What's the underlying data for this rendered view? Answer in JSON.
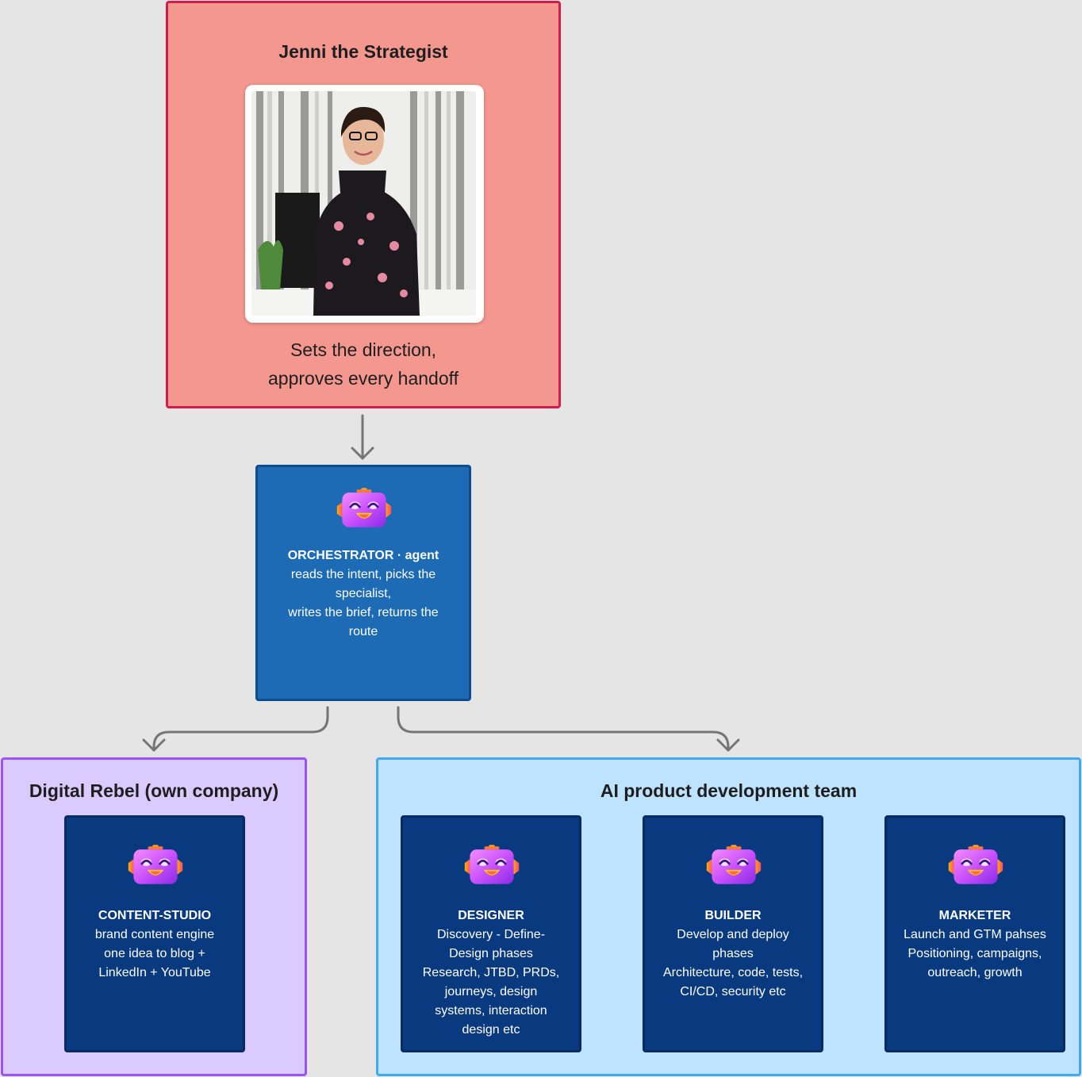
{
  "strategist": {
    "title": "Jenni the Strategist",
    "desc_line1": "Sets the direction,",
    "desc_line2": "approves every handoff"
  },
  "orchestrator": {
    "title": "ORCHESTRATOR · agent",
    "line1": "reads the intent, picks the",
    "line2": "specialist,",
    "line3": "writes the brief, returns the",
    "line4": "route"
  },
  "digital_rebel": {
    "title": "Digital Rebel (own company)",
    "content_studio": {
      "title": "CONTENT-STUDIO",
      "line1": "brand content engine",
      "line2": "one idea to blog +",
      "line3": "LinkedIn + YouTube"
    }
  },
  "ai_team": {
    "title": "AI product development team",
    "designer": {
      "title": "DESIGNER",
      "line1": "Discovery - Define-",
      "line2": "Design phases",
      "line3": "Research, JTBD, PRDs,",
      "line4": "journeys, design",
      "line5": "systems, interaction",
      "line6": "design etc"
    },
    "builder": {
      "title": "BUILDER",
      "line1": "Develop and deploy",
      "line2": "phases",
      "line3": "Architecture, code, tests,",
      "line4": "CI/CD, security etc"
    },
    "marketer": {
      "title": "MARKETER",
      "line1": "Launch and GTM pahses",
      "line2": "Positioning, campaigns,",
      "line3": "outreach, growth"
    }
  },
  "colors": {
    "strategist_fill": "#f4978f",
    "strategist_border": "#d21c50",
    "orchestrator_fill": "#1d6ab5",
    "agent_fill": "#09397f",
    "digital_rebel_fill": "#dbcafe",
    "digital_rebel_border": "#9a52fa",
    "ai_team_fill": "#bde3ff",
    "ai_team_border": "#3fa9f5",
    "connector": "#757575"
  }
}
